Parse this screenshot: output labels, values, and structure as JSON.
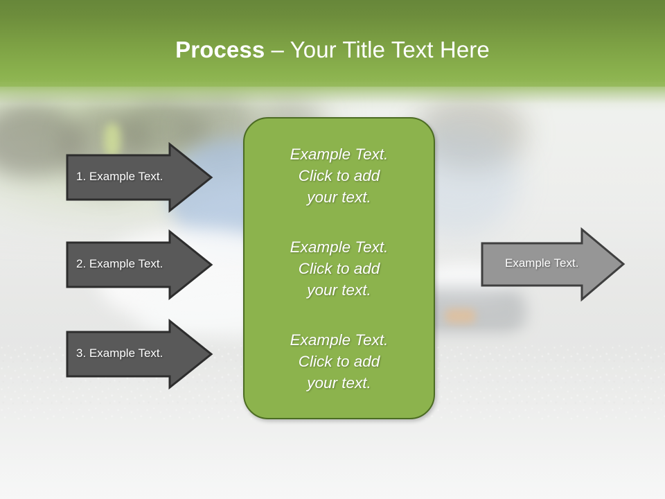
{
  "slide": {
    "title": {
      "bold_part": "Process",
      "rest_part": " – Your Title Text Here"
    },
    "background": {
      "description": "blurred-photo-skateboard-sneaker",
      "accent_green": "#8cb34d",
      "title_gradient_top": "#67873a",
      "title_gradient_bottom": "#93b857"
    },
    "input_arrows": [
      {
        "label": "1. Example Text.",
        "fill": "#595959",
        "stroke": "#2d2d2d"
      },
      {
        "label": "2. Example Text.",
        "fill": "#595959",
        "stroke": "#2d2d2d"
      },
      {
        "label": "3. Example Text.",
        "fill": "#595959",
        "stroke": "#2d2d2d"
      }
    ],
    "center_box": {
      "fill": "#8cb34d",
      "stroke": "#4c6c23",
      "paragraphs": [
        "Example Text.\nClick  to add\nyour text.",
        "Example Text.\nClick  to add\nyour text.",
        "Example Text.\nClick  to add\nyour text."
      ]
    },
    "output_arrow": {
      "label": "Example Text.",
      "fill": "#969696",
      "stroke": "#3f3f3f"
    }
  }
}
